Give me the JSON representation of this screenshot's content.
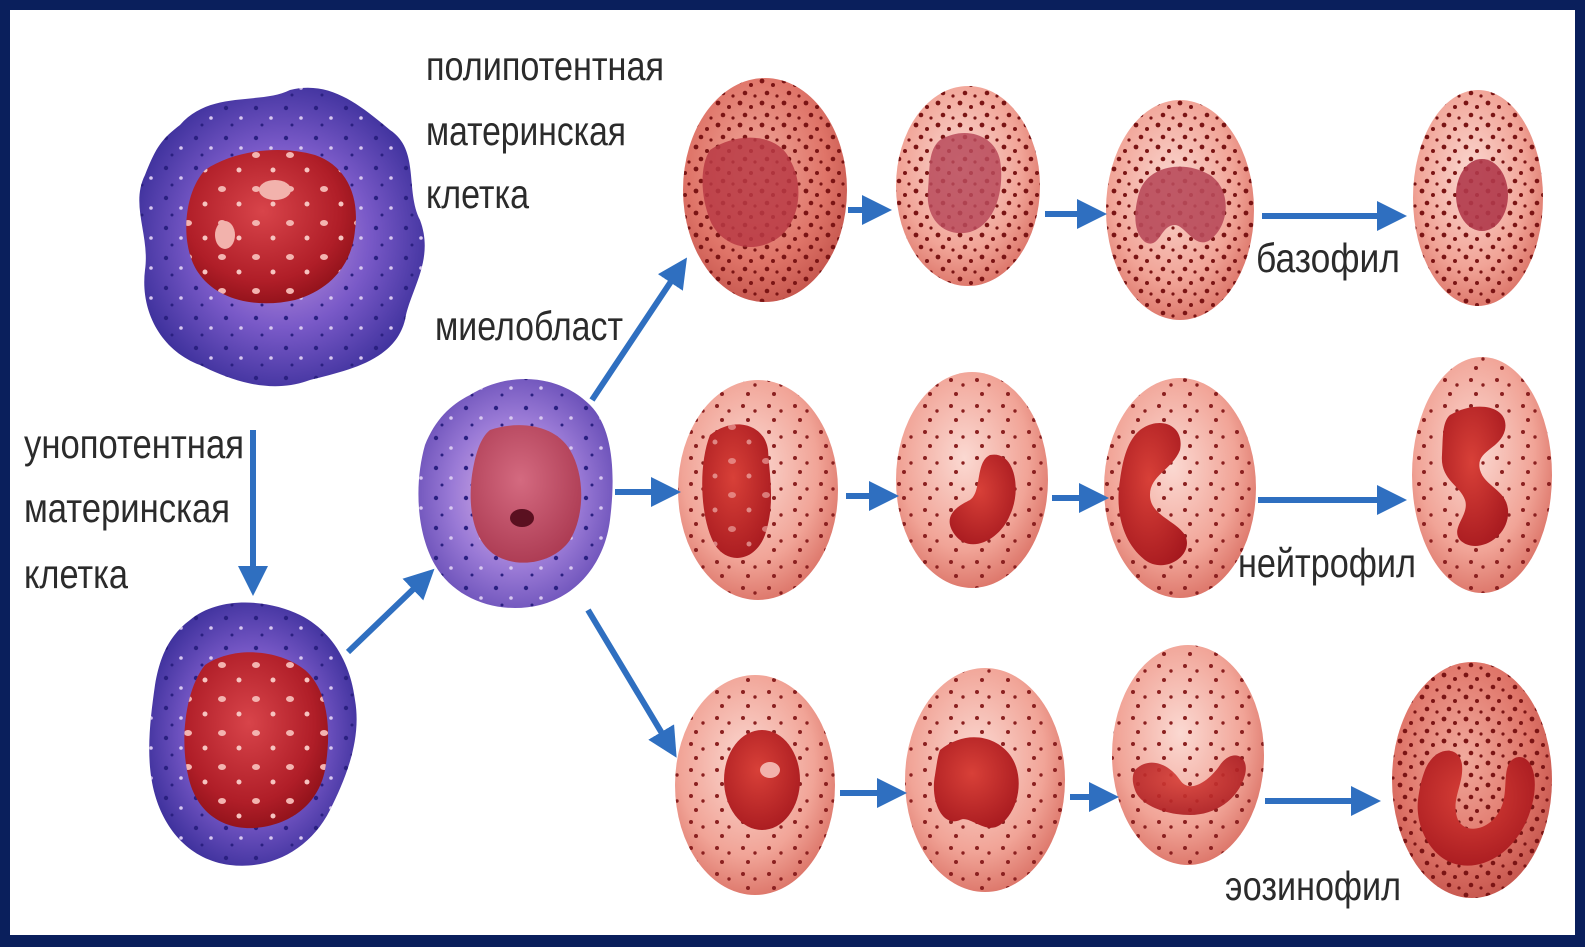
{
  "labels": {
    "polipotent_line1": "полипотентная",
    "polipotent_line2": "материнская",
    "polipotent_line3": "клетка",
    "unipotent_line1": "унопотентная",
    "unipotent_line2": "материнская",
    "unipotent_line3": "клетка",
    "myeloblast": "миелобласт",
    "basophil": "базофил",
    "neutrophil": "нейтрофил",
    "eosinophil": "эозинофил"
  },
  "colors": {
    "frame": "#0a1f5c",
    "arrow": "#2f6fc0",
    "stem_cytoplasm": "#5a4bb0",
    "nucleus": "#b3202a",
    "granulocyte_cytoplasm": "#f0a39a",
    "granule": "#7a1414"
  }
}
